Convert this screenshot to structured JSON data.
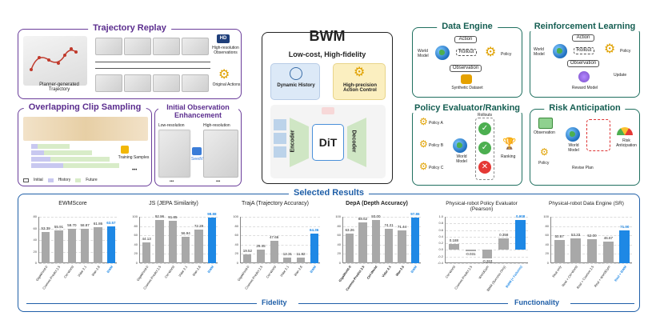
{
  "trajectory_replay": {
    "title": "Trajectory Replay",
    "planner_label": "Planner-generated Trajectory",
    "hd_badge": "HD",
    "hires_label": "High-resolution Observations",
    "actions_label": "Original Actions"
  },
  "overlap": {
    "title": "Overlapping Clip Sampling",
    "training_label": "Training Samples",
    "ellipsis": "•••",
    "legend": [
      "Initial",
      "History",
      "Future"
    ]
  },
  "init_obs": {
    "title": "Initial Observation Enhancement",
    "low_label": "Low-resolution",
    "high_label": "High-resolution",
    "seedvr_label": "SeedVR",
    "ellipsis": "•••"
  },
  "bwm": {
    "title": "BWM",
    "subtitle": "Low-cost, High-fidelity",
    "dynamic_history": "Dynamic History",
    "action_control": "High-precision Action Control",
    "encoder": "Encoder",
    "dit": "DiT",
    "decoder": "Decoder"
  },
  "data_engine": {
    "title": "Data Engine",
    "action": "Action",
    "rollout": "Rollout",
    "observation": "Observation",
    "world_model": "World Model",
    "policy": "Policy",
    "synthetic": "Synthetic Dataset"
  },
  "rl": {
    "title": "Reinforcement Learning",
    "action": "Action",
    "rollout": "Rollout",
    "observation": "Observation",
    "world_model": "World Model",
    "policy": "Policy",
    "update": "Update",
    "reward_model": "Reward Model"
  },
  "policy_eval": {
    "title": "Policy Evaluator/Ranking",
    "policies": [
      "Policy A",
      "Policy B",
      "Policy C"
    ],
    "world_model": "World Model",
    "rollouts": "Rollouts",
    "ranking": "Ranking"
  },
  "risk": {
    "title": "Risk Anticipation",
    "observation": "Observation",
    "world_model": "World Model",
    "policy": "Policy",
    "risk": "Risk Anticipation",
    "revise": "Revise Plan"
  },
  "results": {
    "title": "Selected Results",
    "fidelity": "Fidelity",
    "functionality": "Functionality"
  },
  "colors": {
    "gray_bar": "#a8a8a8",
    "highlight_bar": "#1e88e5",
    "purple": "#6a3d9a",
    "teal": "#1f6f5f",
    "blue": "#1f5fa8"
  },
  "chart_data": [
    {
      "type": "bar",
      "title": "EWMScore",
      "categories": [
        "GigaWorld-0",
        "Cosmos-Predict 2.5",
        "Ctrl-World",
        "Vidar 2.1",
        "Wan 2.6",
        "BWM"
      ],
      "values": [
        53.39,
        55.91,
        59.7,
        58.87,
        61.86,
        63.57
      ],
      "ylim": [
        0,
        80
      ],
      "yticks": [
        "0",
        "20",
        "40",
        "60",
        "80"
      ],
      "highlight": 5
    },
    {
      "type": "bar",
      "title": "JS (JEPA Similarity)",
      "categories": [
        "GigaWorld-0",
        "Cosmos-Predict 2.5",
        "Ctrl-World",
        "Vidar 2.1",
        "Wan 2.6",
        "BWM"
      ],
      "values": [
        44.13,
        92.96,
        91.85,
        56.94,
        72.29,
        98.88
      ],
      "ylim": [
        0,
        100
      ],
      "yticks": [
        "0",
        "20",
        "40",
        "60",
        "80",
        "100"
      ],
      "highlight": 5
    },
    {
      "type": "bar",
      "title": "TrajA (Trajectory Accuracy)",
      "categories": [
        "GigaWorld-0",
        "Cosmos-Predict 2.5",
        "Ctrl-World",
        "Vidar 2.1",
        "Wan 2.6",
        "BWM"
      ],
      "values": [
        19.52,
        29.45,
        47.66,
        12.31,
        11.82,
        64.36
      ],
      "ylim": [
        0,
        100
      ],
      "yticks": [
        "0",
        "20",
        "40",
        "60",
        "80",
        "100"
      ],
      "highlight": 5
    },
    {
      "type": "bar",
      "title": "DepA (Depth Accuracy)",
      "categories": [
        "GigaWorld-0",
        "Cosmos-Predict 2.5",
        "Ctrl-World",
        "Vidar 2.1",
        "Wan 2.6",
        "BWM"
      ],
      "values": [
        63.26,
        88.62,
        93.0,
        74.21,
        71.44,
        97.86
      ],
      "ylim": [
        0,
        100
      ],
      "yticks": [
        "0",
        "20",
        "40",
        "60",
        "80",
        "100"
      ],
      "highlight": 5
    },
    {
      "type": "bar",
      "title": "Physical-robot Policy Evaluator (Pearson)",
      "categories": [
        "Ctrl-World",
        "Cosmos-Predict 2.5",
        "WorldGym",
        "BWM (Success Only)",
        "BWM (+ Failures)"
      ],
      "values": [
        0.188,
        -0.031,
        -0.263,
        0.358,
        0.908
      ],
      "ylim": [
        -0.4,
        1.0
      ],
      "yticks": [
        "-0.4",
        "-0.2",
        "0.0",
        "0.2",
        "0.4",
        "0.6",
        "0.8",
        "1.0"
      ],
      "highlight": 4
    },
    {
      "type": "bar",
      "title": "Physical-robot Data Engine (SR)",
      "categories": [
        "Real only",
        "Real + Ctrl-World",
        "Real + Cosmos 2.5",
        "Real + WorldGym",
        "Real + BWM"
      ],
      "values": [
        50.67,
        53.33,
        52.0,
        46.67,
        71.0
      ],
      "ylim": [
        0,
        100
      ],
      "yticks": [
        "0",
        "20",
        "40",
        "60",
        "80",
        "100"
      ],
      "highlight": 4
    }
  ]
}
